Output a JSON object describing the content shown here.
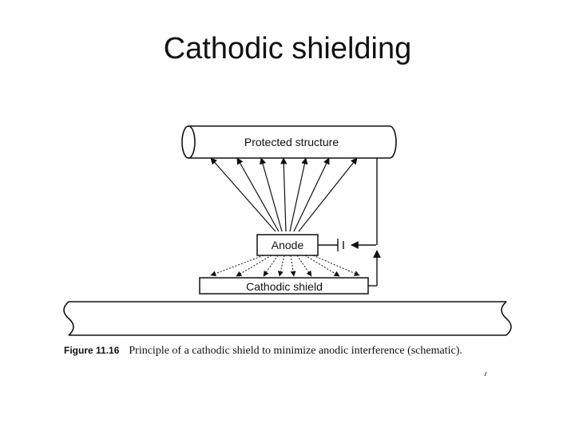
{
  "title": "Cathodic shielding",
  "diagram": {
    "protected_structure_label": "Protected structure",
    "anode_label": "Anode",
    "cathodic_shield_label": "Cathodic shield"
  },
  "caption": {
    "figure_number": "Figure 11.16",
    "text": "Principle of a cathodic shield to minimize anodic interference (schematic)."
  }
}
